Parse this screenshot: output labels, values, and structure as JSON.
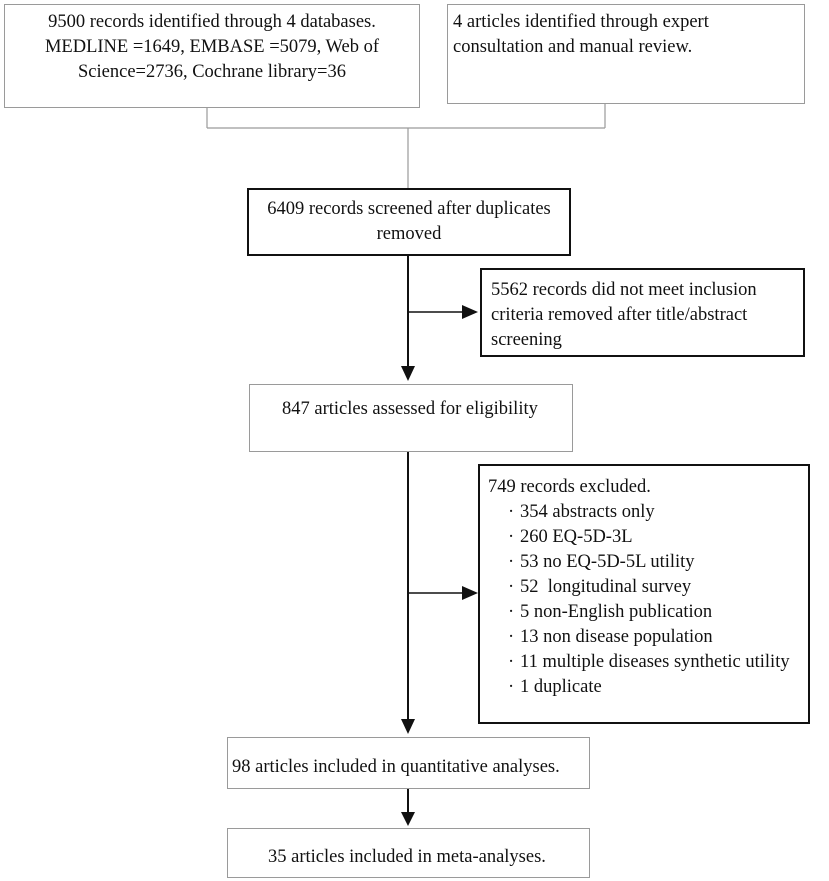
{
  "identification": {
    "databases_box": {
      "line1": "9500 records identified through 4 databases.",
      "line2": "MEDLINE =1649, EMBASE =5079, Web of",
      "line3": "Science=2736, Cochrane library=36"
    },
    "other_sources_box": {
      "line1": "4 articles identified through expert",
      "line2": "consultation and manual review."
    }
  },
  "screening": {
    "screened_box": {
      "line1": "6409 records screened after duplicates",
      "line2": "removed"
    },
    "excluded_box": {
      "line1": "5562 records did not meet inclusion",
      "line2": "criteria removed after title/abstract",
      "line3": "screening"
    }
  },
  "eligibility": {
    "assessed_box": {
      "text": "847 articles assessed for eligibility"
    },
    "excluded_box": {
      "title": "749 records excluded.",
      "bullet": "·",
      "items": [
        "354 abstracts only",
        "260 EQ-5D-3L",
        "53 no EQ-5D-5L utility",
        "52  longitudinal survey",
        "5 non-English publication",
        "13 non disease population",
        "11 multiple diseases synthetic utility",
        "1 duplicate"
      ]
    }
  },
  "included": {
    "quantitative_box": {
      "text": "98 articles included in quantitative analyses."
    },
    "meta_box": {
      "text": "35 articles included in meta-analyses."
    }
  },
  "colors": {
    "thin_border": "#9a9a9a",
    "bold_border": "#111111",
    "arrow": "#111111",
    "connector": "#9a9a9a"
  }
}
